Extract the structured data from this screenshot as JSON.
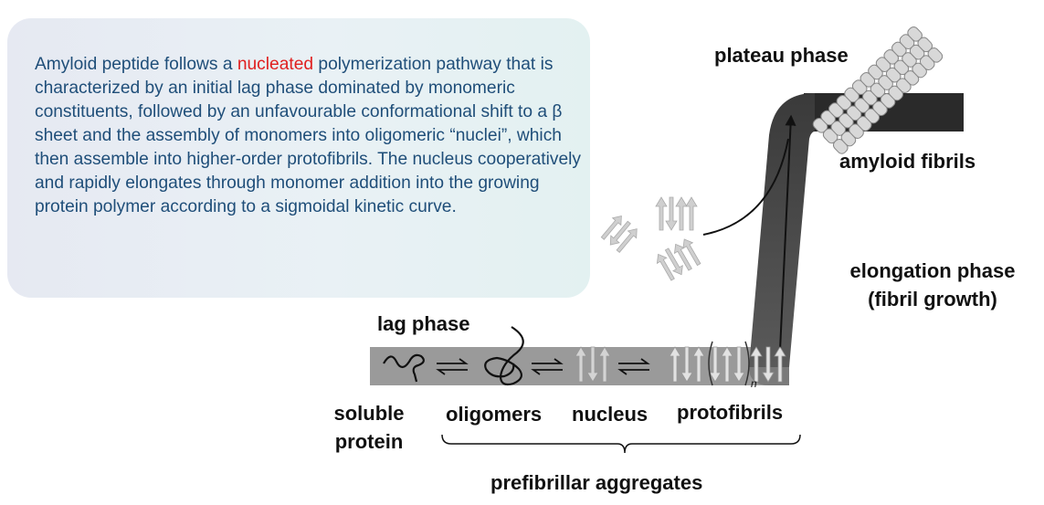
{
  "description": {
    "before": "Amyloid peptide follows a ",
    "highlight": "nucleated",
    "after": " polymerization pathway that is characterized by an initial lag phase dominated by monomeric constituents, followed by an unfavourable conformational shift to a β sheet and the assembly of monomers into oligomeric “nuclei”, which then assemble into higher-order protofibrils. The nucleus cooperatively and rapidly elongates through monomer addition into the growing protein polymer according to a sigmoidal kinetic curve.",
    "highlight_color": "#e02020",
    "text_color": "#1f4e79"
  },
  "labels": {
    "plateau_phase": "plateau phase",
    "amyloid_fibrils": "amyloid fibrils",
    "elongation_phase_1": "elongation phase",
    "elongation_phase_2": "(fibril growth)",
    "lag_phase": "lag phase",
    "soluble_protein_1": "soluble",
    "soluble_protein_2": "protein",
    "oligomers": "oligomers",
    "nucleus": "nucleus",
    "protofibrils": "protofibrils",
    "prefibrillar_aggregates": "prefibrillar aggregates",
    "repeat_subscript": "n"
  },
  "colors": {
    "lag_band": "#9a9a9a",
    "elongation_band": "#555555",
    "plateau_band": "#2a2a2a",
    "strand_fill": "#d4d4d4",
    "fibril_fill": "#d8d8d8"
  }
}
